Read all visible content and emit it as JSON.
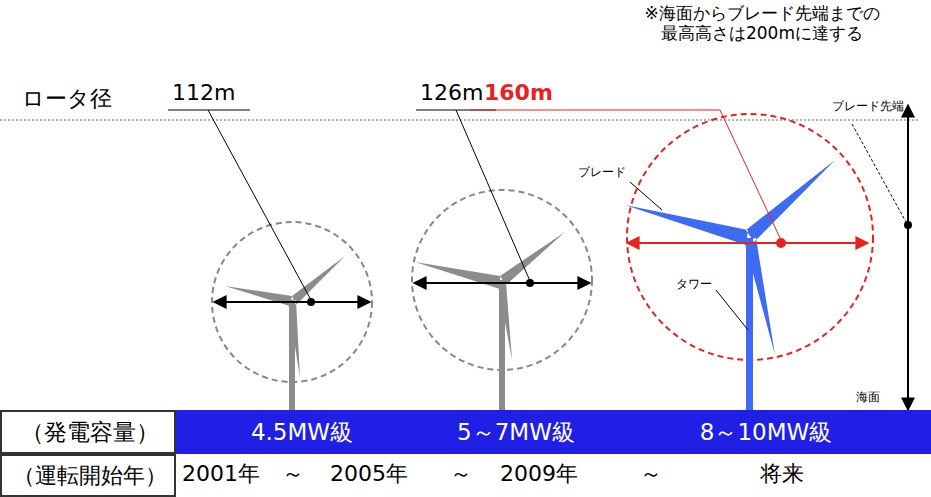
{
  "diagram": {
    "nodes": [
      {
        "text": [
          "（発電容量）"
        ]
      },
      {
        "text": [
          "4.5MW級",
          "5～7MW級",
          "8～10MW級"
        ]
      },
      {
        "text": [
          "（運転開始年）"
        ]
      }
    ],
    "labels": [
      "ロータ径",
      "112m",
      "126m",
      "160m",
      "※海面からブレード先端までの 最高高さは200mに達する",
      "ブレード先端",
      "ブレード",
      "タワー",
      "海面",
      "2001年",
      "～",
      "2005年",
      "～",
      "2009年",
      "～",
      "将来"
    ]
  }
}
